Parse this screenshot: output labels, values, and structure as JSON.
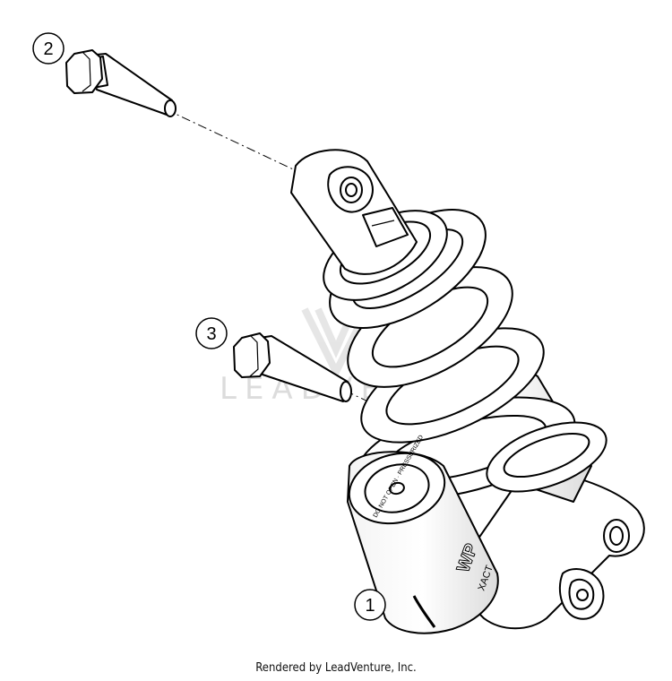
{
  "callouts": [
    {
      "id": "1",
      "label": "1"
    },
    {
      "id": "2",
      "label": "2"
    },
    {
      "id": "3",
      "label": "3"
    }
  ],
  "watermark": {
    "text": "LEADVENTURE"
  },
  "reservoir_cap": {
    "text": "DO NOT OPEN · PRESSURIZED"
  },
  "brand": {
    "logo": "WP",
    "model": "XACT"
  },
  "footer": {
    "credit": "Rendered by LeadVenture, Inc."
  }
}
